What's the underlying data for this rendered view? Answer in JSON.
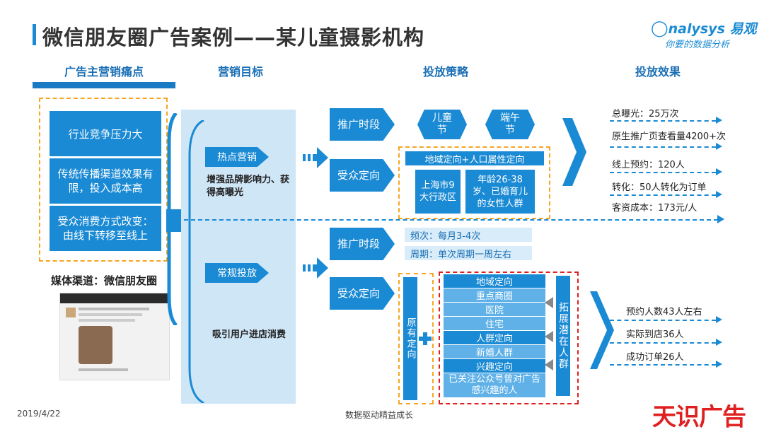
{
  "title": "微信朋友圈广告案例——某儿童摄影机构",
  "logo": {
    "brand": "nalysys 易观",
    "slogan": "你要的数据分析"
  },
  "columns": {
    "pain_points": "广告主营销痛点",
    "goals": "营销目标",
    "strategy": "投放策略",
    "effect": "投放效果"
  },
  "pain_points": [
    "行业竞争压力大",
    "传统传播渠道效果有限，投入成本高",
    "受众消费方式改变：由线下转移至线上"
  ],
  "media_channel": "媒体渠道：微信朋友圈",
  "goals": {
    "hot": {
      "label": "热点营销",
      "desc": "增强品牌影响力、获得高曝光"
    },
    "regular": {
      "label": "常规投放",
      "desc": "吸引用户进店消费"
    }
  },
  "strategy": {
    "top": {
      "time_label": "推广时段",
      "festivals": [
        "儿童节",
        "端午节"
      ],
      "audience_label": "受众定向",
      "targeting_title": "地域定向+人口属性定向",
      "region": "上海市9大行政区",
      "demographic": "年龄26-38岁、已婚育儿的女性人群"
    },
    "bottom": {
      "time_label": "推广时段",
      "frequency": "频次：每月3-4次",
      "period": "周期：单次周期一周左右",
      "audience_label": "受众定向",
      "existing": "原有定向",
      "items": [
        "地域定向",
        "重点商圈",
        "医院",
        "住宅",
        "人群定向",
        "新婚人群",
        "兴趣定向",
        "已关注公众号曾对广告感兴趣的人"
      ],
      "expand": "拓展潜在人群"
    }
  },
  "effect": {
    "top": [
      "总曝光：25万次",
      "原生推广页查看量4200+次",
      "线上预约：120人",
      "转化：50人转化为订单",
      "客资成本：173元/人"
    ],
    "bottom": [
      "预约人数43人左右",
      "实际到店36人",
      "成功订单26人"
    ]
  },
  "footer": {
    "date": "2019/4/22",
    "tagline": "数据驱动精益成长",
    "brand": "天识广告"
  },
  "colors": {
    "accent": "#1a8ad4",
    "light": "#cfe6f7",
    "orange": "#f5a623",
    "red": "#e02020"
  }
}
